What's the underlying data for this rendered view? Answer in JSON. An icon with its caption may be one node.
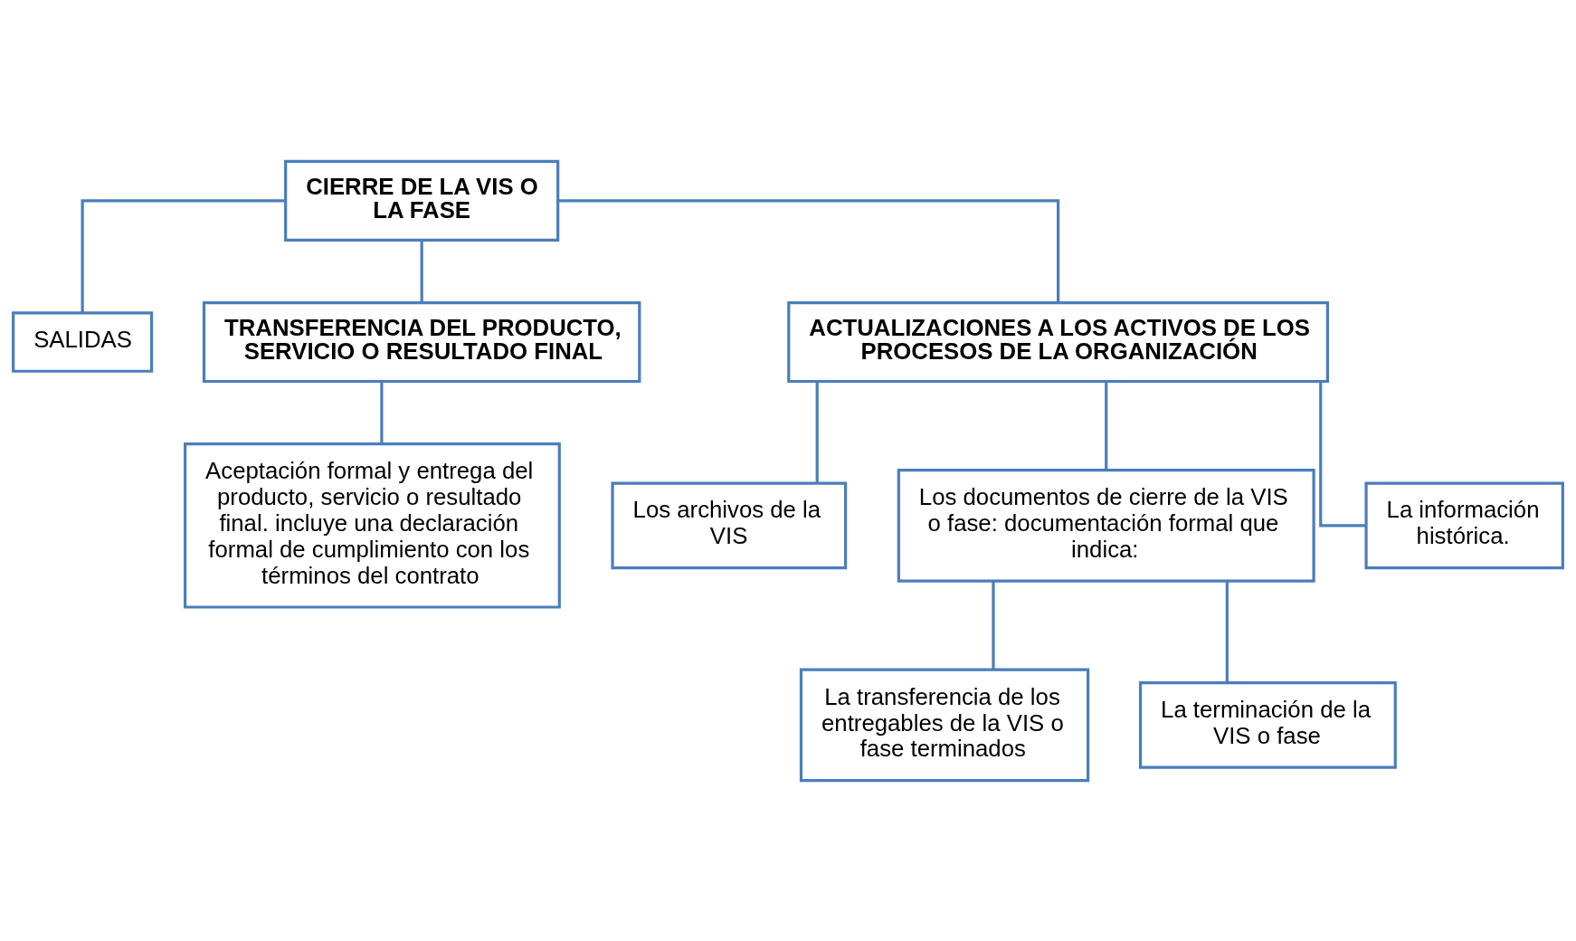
{
  "diagram": {
    "nodes": [
      {
        "text": [
          "CIERRE DE LA VIS O LA FASE"
        ]
      },
      {
        "text": [
          "SALIDAS"
        ]
      },
      {
        "text": [
          "TRANSFERENCIA DEL PRODUCTO, SERVICIO O RESULTADO FINAL"
        ]
      },
      {
        "text": [
          "ACTUALIZACIONES A LOS ACTIVOS DE LOS PROCESOS DE LA ORGANIZACIÓN"
        ]
      },
      {
        "text": [
          "Aceptación formal y entrega del producto, servicio o resultado final. incluye una declaración formal de cumplimiento con los términos del contrato"
        ]
      },
      {
        "text": [
          "Los archivos de la VIS"
        ]
      },
      {
        "text": [
          "Los documentos de cierre de la VIS o fase: documentación formal que indica:"
        ]
      },
      {
        "text": [
          "La información histórica."
        ]
      },
      {
        "text": [
          "La transferencia de los entregables de la VIS o fase terminados"
        ]
      },
      {
        "text": [
          "La terminación de la VIS o fase"
        ]
      }
    ],
    "edges": [
      {
        "from": 0,
        "to": 1,
        "arrow": "none"
      },
      {
        "from": 0,
        "to": 2,
        "arrow": "none"
      },
      {
        "from": 0,
        "to": 3,
        "arrow": "none"
      },
      {
        "from": 2,
        "to": 4,
        "arrow": "none"
      },
      {
        "from": 3,
        "to": 5,
        "arrow": "none"
      },
      {
        "from": 3,
        "to": 6,
        "arrow": "none"
      },
      {
        "from": 3,
        "to": 7,
        "arrow": "none"
      },
      {
        "from": 6,
        "to": 8,
        "arrow": "none"
      },
      {
        "from": 6,
        "to": 9,
        "arrow": "none"
      }
    ]
  }
}
